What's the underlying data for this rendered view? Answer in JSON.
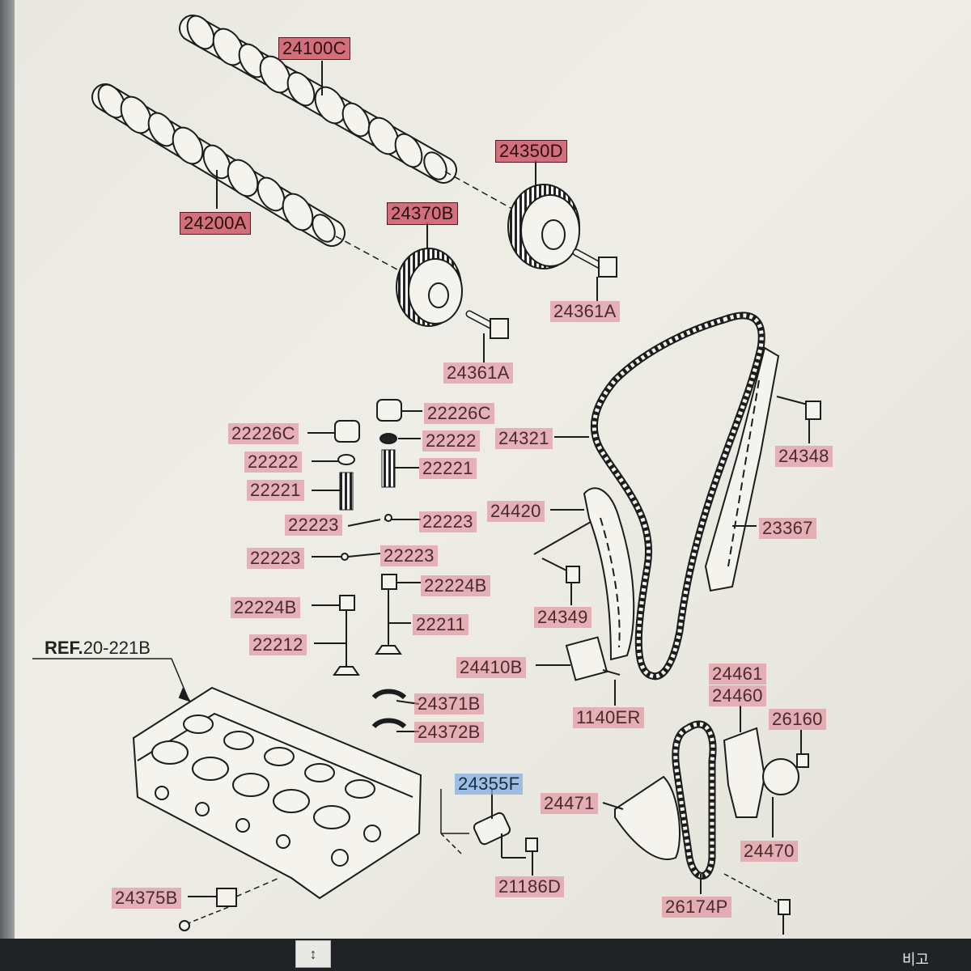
{
  "ref": {
    "prefix": "REF.",
    "code": "20-221B"
  },
  "labels": {
    "camshaft_intake": "24100C",
    "camshaft_exhaust": "24200A",
    "cvvt_intake": "24350D",
    "cvvt_exhaust": "24370B",
    "bolt_a": "24361A",
    "bolt_b": "24361A",
    "tappet_r": "22226C",
    "tappet_l": "22226C",
    "retainer_r": "22222",
    "retainer_l": "22222",
    "spring_r": "22221",
    "spring_l": "22221",
    "key_1": "22223",
    "key_2": "22223",
    "key_3": "22223",
    "key_4": "22223",
    "seal_r": "22224B",
    "seal_l": "22224B",
    "valve_r": "22211",
    "valve_l": "22212",
    "chain": "24321",
    "guide_bolt_r": "24348",
    "guide_r": "23367",
    "guide_l": "24420",
    "guide_bolt_l": "24349",
    "tensioner": "24410B",
    "tensioner_bolt": "1140ER",
    "cap_1": "24371B",
    "cap_2": "24372B",
    "ocv": "24355F",
    "ocv_bolt": "21186D",
    "sensor_bolt": "24375B",
    "oil_guide_a": "24461",
    "oil_guide_b": "24460",
    "oil_bolt": "26160",
    "oil_guide_lower": "24471",
    "oil_tensioner": "24470",
    "oil_chain": "26174P"
  },
  "ui": {
    "scroll_glyph": "↕",
    "corner_text": "비고"
  }
}
